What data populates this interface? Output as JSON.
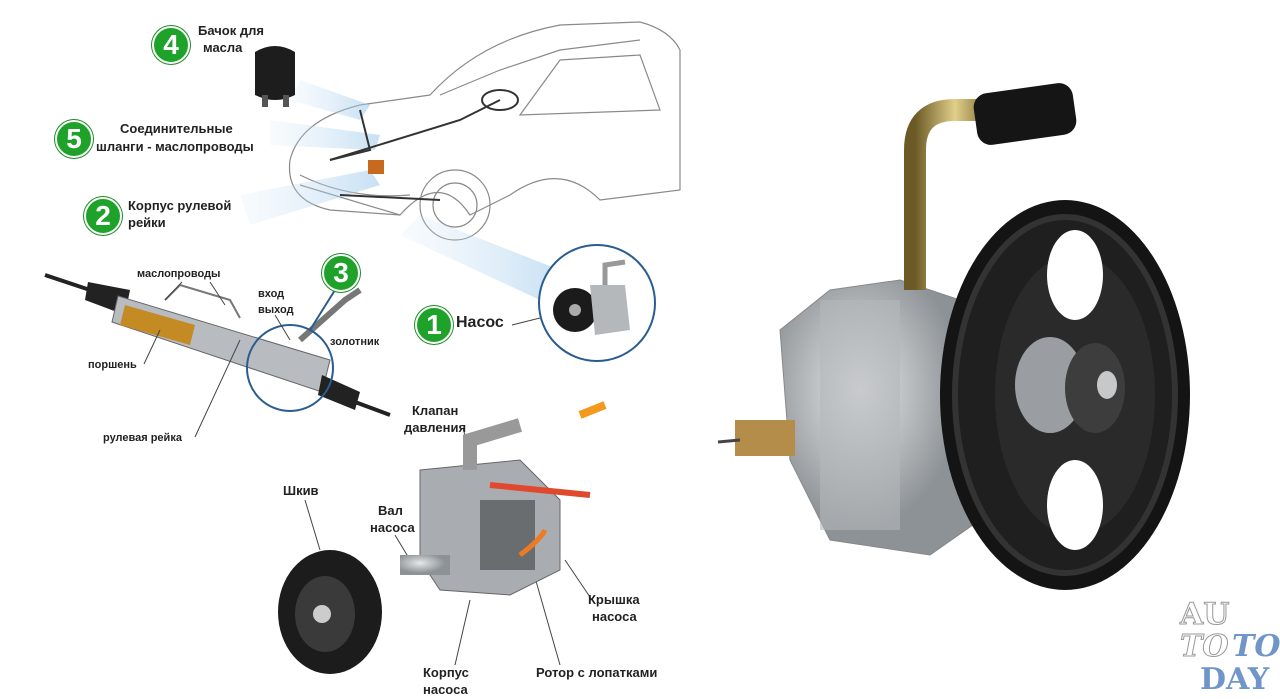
{
  "callouts": [
    {
      "number": "4",
      "label_line1": "Бачок для",
      "label_line2": "масла"
    },
    {
      "number": "5",
      "label_line1": "Соединительные",
      "label_line2": "шланги - маслопроводы"
    },
    {
      "number": "2",
      "label_line1": "Корпус рулевой",
      "label_line2": "рейки"
    },
    {
      "number": "3"
    },
    {
      "number": "1",
      "label_line1": "Насос"
    }
  ],
  "rack_labels": {
    "oil_lines": "маслопроводы",
    "inlet": "вход",
    "outlet": "выход",
    "spool": "золотник",
    "piston": "поршень",
    "rack": "рулевая рейка"
  },
  "pump_labels": {
    "valve_line1": "Клапан",
    "valve_line2": "давления",
    "pulley": "Шкив",
    "shaft_line1": "Вал",
    "shaft_line2": "насоса",
    "cover_line1": "Крышка",
    "cover_line2": "насоса",
    "body_line1": "Корпус",
    "body_line2": "насоса",
    "rotor": "Ротор с лопатками"
  },
  "watermark": {
    "line1": "AU",
    "line2a": "TO",
    "line2b": "TO",
    "line3": "DAY"
  },
  "colors": {
    "badge": "#1fa22a",
    "callout_blue": "#2a5d8f",
    "watermark": "#6f95c9"
  }
}
